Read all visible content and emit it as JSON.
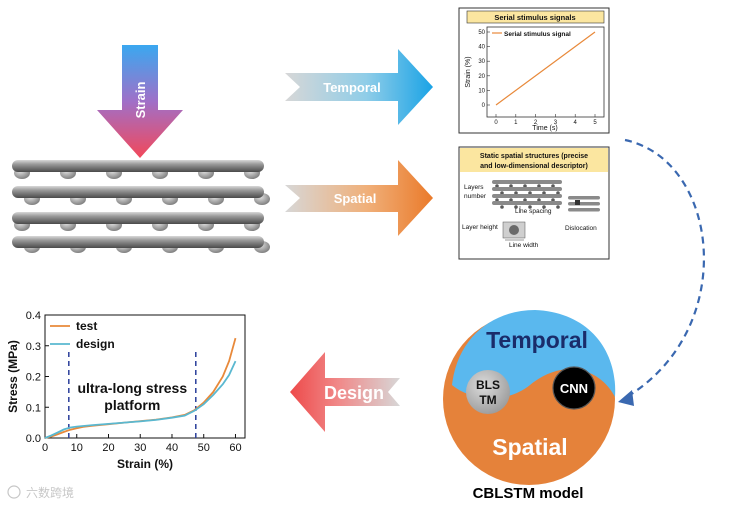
{
  "strain_arrow": {
    "label": "Strain"
  },
  "arrows": {
    "temporal": "Temporal",
    "spatial": "Spatial",
    "design": "Design"
  },
  "signal_panel": {
    "title": "Serial stimulus signals",
    "legend": "Serial stimulus signal",
    "ylabel": "Strain (%)",
    "xlabel": "Time (s)",
    "xticks": [
      "0",
      "1",
      "2",
      "3",
      "4",
      "5"
    ],
    "yticks": [
      "0",
      "10",
      "20",
      "30",
      "40",
      "50"
    ]
  },
  "spatial_panel": {
    "title_line1": "Static spatial structures (precise",
    "title_line2": "and low-dimensional descriptor)",
    "labels": {
      "layers_number_1": "Layers",
      "layers_number_2": "number",
      "line_spacing": "Line spacing",
      "dislocation": "Dislocation",
      "layer_height": "Layer height",
      "line_width": "Line width"
    }
  },
  "model": {
    "temporal": "Temporal",
    "spatial": "Spatial",
    "cnn": "CNN",
    "bls_1": "BLS",
    "bls_2": "TM",
    "caption": "CBLSTM model",
    "colors": {
      "temporal": "#5ab8ee",
      "spatial": "#e5823a"
    }
  },
  "watermark": "六数跨境",
  "chart_data": {
    "type": "line",
    "xlabel": "Strain (%)",
    "ylabel": "Stress (MPa)",
    "xlim": [
      0,
      63
    ],
    "ylim": [
      0,
      0.4
    ],
    "xticks": [
      0,
      10,
      20,
      30,
      40,
      50,
      60
    ],
    "yticks": [
      0.0,
      0.1,
      0.2,
      0.3,
      0.4
    ],
    "annotation_1": "ultra-long stress",
    "annotation_2": "platform",
    "vlines": [
      7.5,
      47.5
    ],
    "legend_position": "top-left",
    "series": [
      {
        "name": "test",
        "color": "#e8893a",
        "x": [
          0,
          2,
          4,
          6,
          8,
          10,
          12,
          15,
          20,
          25,
          30,
          35,
          40,
          44,
          47,
          50,
          53,
          56,
          58,
          60
        ],
        "y": [
          0,
          0.005,
          0.012,
          0.02,
          0.027,
          0.032,
          0.036,
          0.04,
          0.045,
          0.05,
          0.055,
          0.06,
          0.067,
          0.075,
          0.09,
          0.115,
          0.15,
          0.2,
          0.25,
          0.325
        ]
      },
      {
        "name": "design",
        "color": "#5ab8d0",
        "x": [
          0,
          2,
          4,
          6,
          8,
          10,
          12,
          15,
          20,
          25,
          30,
          35,
          40,
          44,
          47,
          50,
          53,
          56,
          58,
          60
        ],
        "y": [
          0,
          0.008,
          0.018,
          0.028,
          0.034,
          0.037,
          0.039,
          0.042,
          0.046,
          0.05,
          0.054,
          0.059,
          0.066,
          0.073,
          0.088,
          0.11,
          0.14,
          0.175,
          0.205,
          0.25
        ]
      }
    ]
  }
}
